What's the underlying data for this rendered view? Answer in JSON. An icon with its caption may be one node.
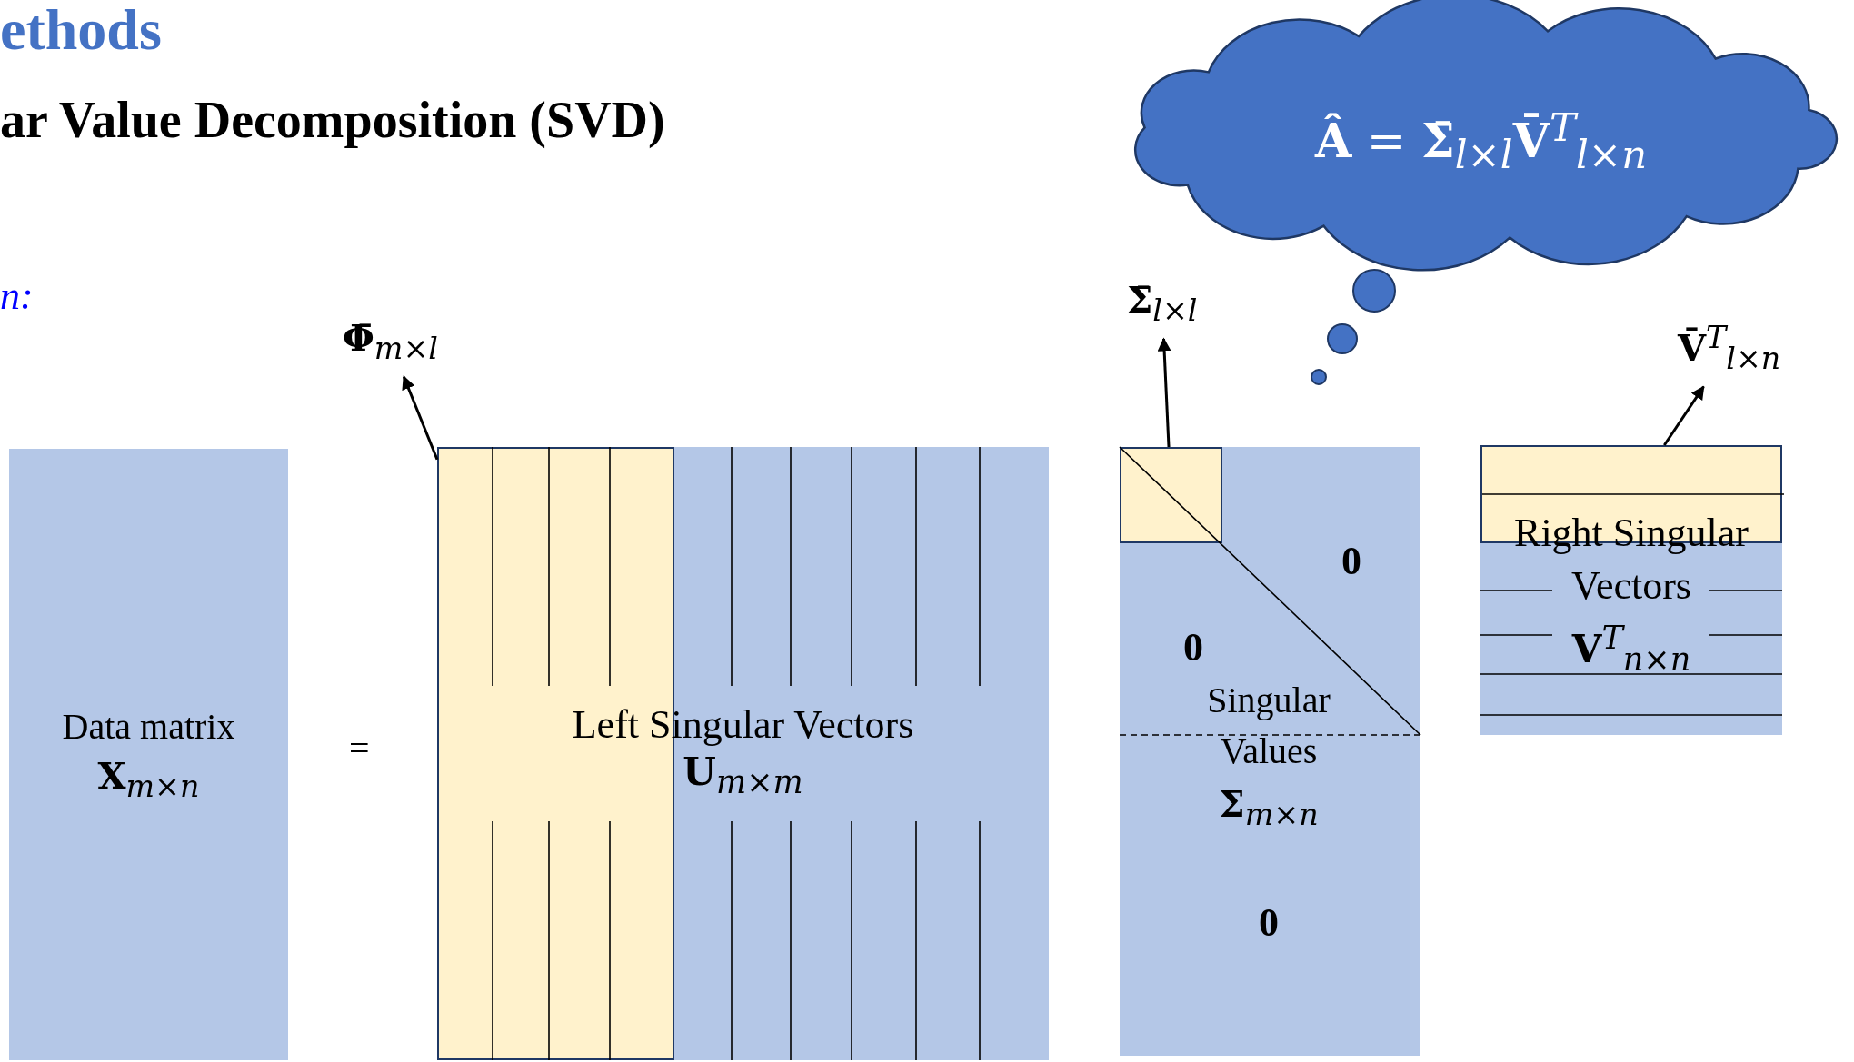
{
  "diagram": {
    "title": "ethods",
    "nodes": [
      {
        "text": [
          "Data matrix",
          "**X**$_{m×n}$"
        ]
      },
      {
        "text": [
          "Left Singular Vectors",
          "**U**$_{m×m}$"
        ]
      },
      {
        "text": [],
        "shape": "box",
        "in": 1
      },
      {
        "text": [
          "0",
          "0",
          "Singular Values",
          "**Σ**$_{m×n}$",
          "0"
        ]
      },
      {
        "text": [],
        "shape": "box",
        "in": 3
      },
      {
        "text": [
          "Right Singular Vectors",
          "**V**$^{T}$$_{n×n}$"
        ]
      },
      {
        "text": [],
        "shape": "box",
        "in": 5
      },
      {
        "text": [
          "**Â** = **Σ̄**$_{l×l}$**V̄**$^{T}$$_{l×n}$"
        ]
      },
      {
        "text": [
          "**Φ̄**$_{m×l}$"
        ]
      },
      {
        "text": [
          "**Σ̄**$_{l×l}$"
        ]
      },
      {
        "text": [
          "**V̄**$^{T}$$_{l×n}$"
        ]
      }
    ],
    "edges": [
      {
        "from": 2,
        "to": 8,
        "arrow": "to"
      },
      {
        "from": 4,
        "to": 9,
        "arrow": "to"
      },
      {
        "from": 6,
        "to": 10,
        "arrow": "to"
      }
    ],
    "labels": [
      "ar Value Decomposition (SVD)",
      "n:",
      "="
    ]
  }
}
